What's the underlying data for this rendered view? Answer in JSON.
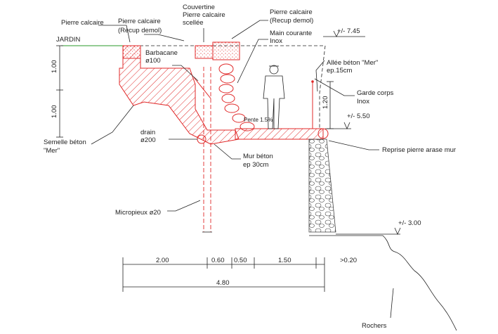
{
  "labels": {
    "pierre_calcaire_left": "Pierre calcaire",
    "pierre_calcaire_recup_1": "Pierre calcaire",
    "pierre_calcaire_recup_1b": "(Recup demol)",
    "couvertine_1": "Couvertine",
    "couvertine_2": "Pierre calcaire",
    "couvertine_3": "scellée",
    "pierre_calcaire_recup_2": "Pierre calcaire",
    "pierre_calcaire_recup_2b": "(Recup demol)",
    "main_courante_1": "Main courante",
    "main_courante_2": "Inox",
    "jardin": "JARDIN",
    "barbacane_1": "Barbacane",
    "barbacane_2": "ø100",
    "allee_beton_1": "Allée béton \"Mer\"",
    "allee_beton_2": "ep.15cm",
    "garde_corps_1": "Garde corps",
    "garde_corps_2": "Inox",
    "pente": "Pente 1.5%",
    "drain_1": "drain",
    "drain_2": "ø200",
    "semelle_1": "Semelle béton",
    "semelle_2": "\"Mer\"",
    "mur_beton_1": "Mur béton",
    "mur_beton_2": "ep 30cm",
    "reprise": "Reprise pierre arase mur",
    "micropieux": "Micropieux ø20",
    "rochers": "Rochers"
  },
  "levels": {
    "top": "+/- 7.45",
    "walkway": "+/- 5.50",
    "base": "+/- 3.00"
  },
  "vertical_dims": [
    "1.00",
    "1.00",
    "1.20"
  ],
  "horizontal_dims": [
    "2.00",
    "0.60",
    "0.50",
    "1.50",
    ">0.20"
  ],
  "total_dim": "4.80"
}
